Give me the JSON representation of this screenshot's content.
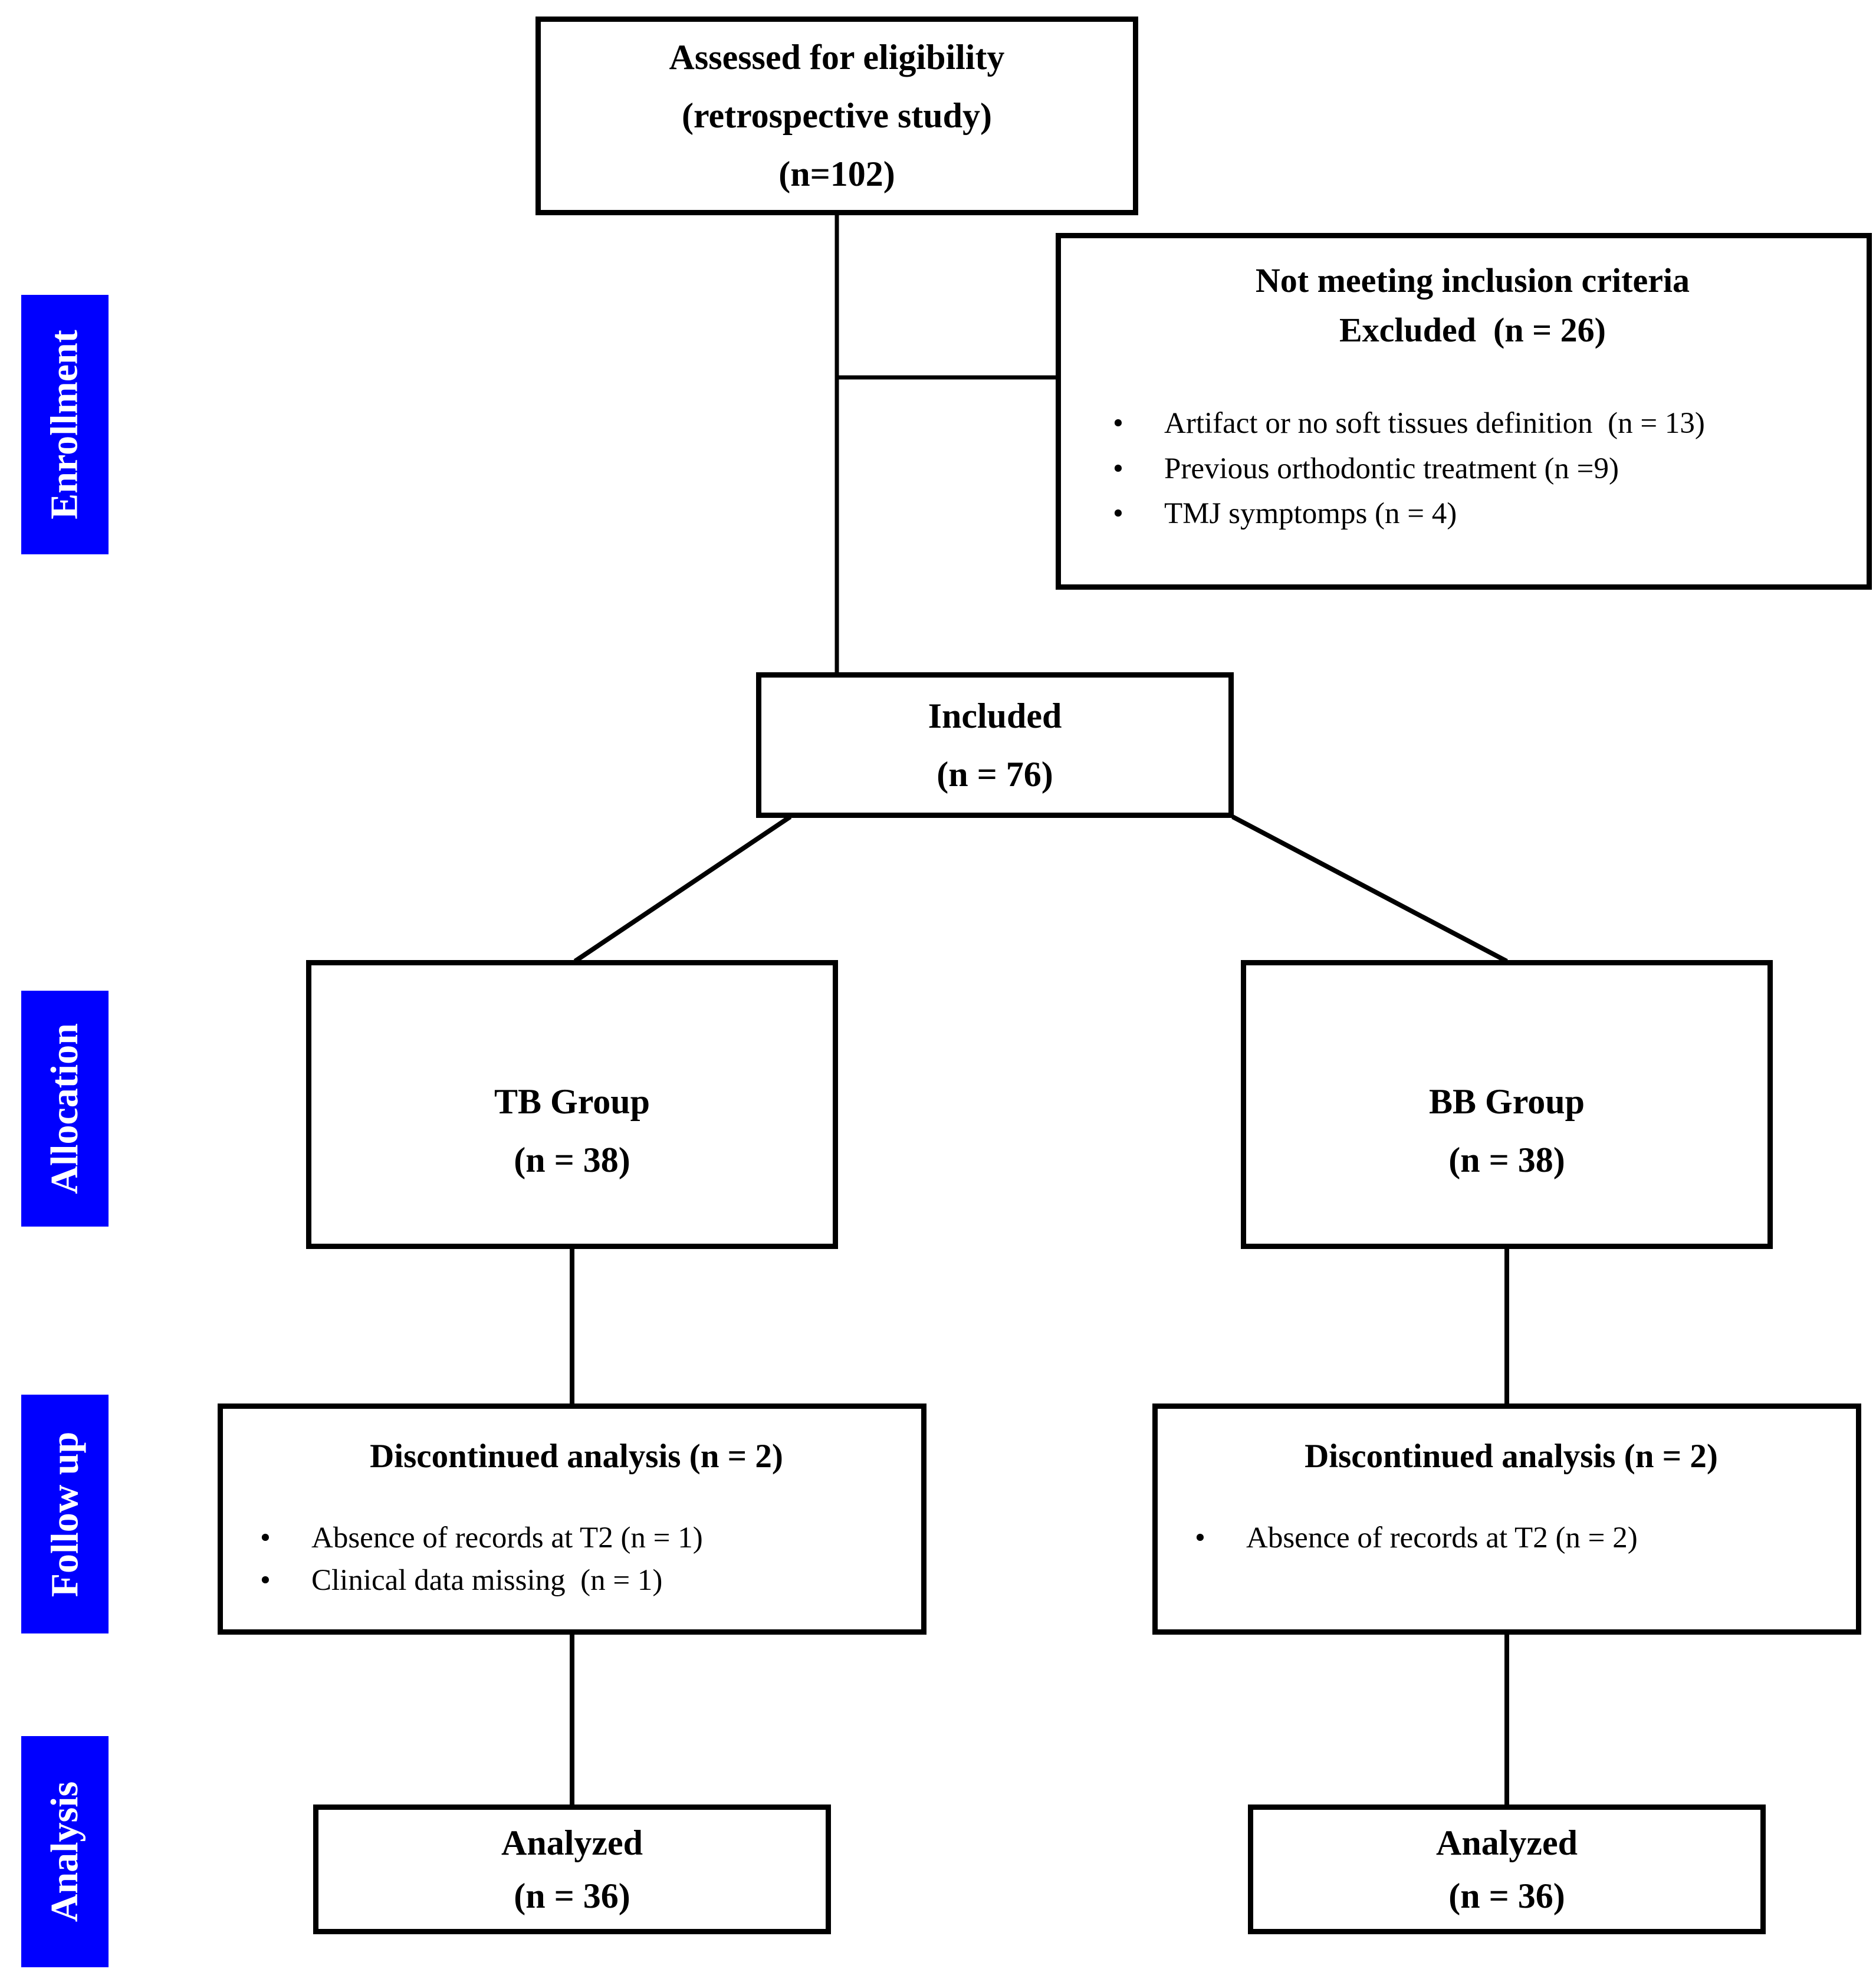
{
  "colors": {
    "stage_label_bg": "#0000FF",
    "stage_label_text": "#FFFFFF",
    "box_border": "#000000",
    "background": "#FFFFFF"
  },
  "stages": {
    "enrollment": "Enrollment",
    "allocation": "Allocation",
    "follow_up": "Follow up",
    "analysis": "Analysis"
  },
  "boxes": {
    "assessed": {
      "lines": [
        "Assessed for eligibility",
        "(retrospective study)",
        "(n=102)"
      ]
    },
    "excluded": {
      "header_lines": [
        "Not meeting inclusion criteria",
        "Excluded  (n = 26)"
      ],
      "bullets": [
        "Artifact or no soft tissues definition  (n = 13)",
        "Previous orthodontic treatment (n =9)",
        "TMJ symptomps (n = 4)"
      ]
    },
    "included": {
      "lines": [
        "Included",
        "(n = 76)"
      ]
    },
    "tb_group": {
      "lines": [
        "TB Group",
        "(n = 38)"
      ]
    },
    "bb_group": {
      "lines": [
        "BB Group",
        "(n = 38)"
      ]
    },
    "discontinued_tb": {
      "header": "Discontinued analysis (n = 2)",
      "bullets": [
        "Absence of records at T2 (n = 1)",
        "Clinical data missing  (n = 1)"
      ]
    },
    "discontinued_bb": {
      "header": "Discontinued analysis (n = 2)",
      "bullets": [
        "Absence of records at T2 (n = 2)"
      ]
    },
    "analyzed_tb": {
      "lines": [
        "Analyzed",
        "(n = 36)"
      ]
    },
    "analyzed_bb": {
      "lines": [
        "Analyzed",
        "(n = 36)"
      ]
    }
  }
}
